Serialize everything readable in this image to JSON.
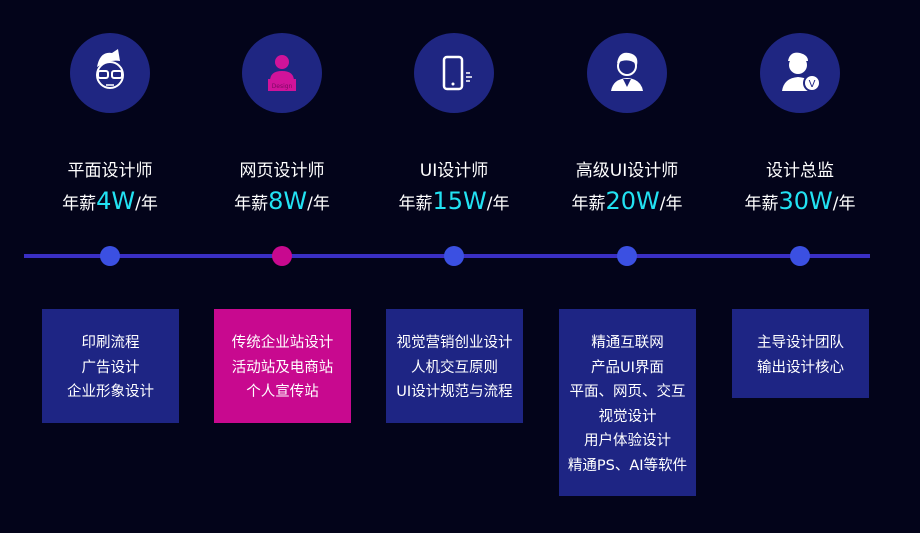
{
  "colors": {
    "accent": "#22e2f2",
    "highlight": "#c8098f",
    "box": "#1e2584",
    "background": "#03041a"
  },
  "salary_prefix": "年薪",
  "salary_suffix": "/年",
  "levels": [
    {
      "title": "平面设计师",
      "salary": "4W",
      "icon": "designer-glasses-face-icon",
      "skills": [
        "印刷流程",
        "广告设计",
        "企业形象设计"
      ]
    },
    {
      "title": "网页设计师",
      "salary": "8W",
      "icon": "presenter-podium-icon",
      "icon_text": "Design",
      "highlighted": true,
      "skills": [
        "传统企业站设计",
        "活动站及电商站",
        "个人宣传站"
      ]
    },
    {
      "title": "UI设计师",
      "salary": "15W",
      "icon": "mobile-phone-icon",
      "skills": [
        "视觉营销创业设计",
        "人机交互原则",
        "UI设计规范与流程"
      ]
    },
    {
      "title": "高级UI设计师",
      "salary": "20W",
      "icon": "senior-person-icon",
      "skills": [
        "精通互联网",
        "产品UI界面",
        "平面、网页、交互",
        "视觉设计",
        "用户体验设计",
        "精通PS、AI等软件"
      ]
    },
    {
      "title": "设计总监",
      "salary": "30W",
      "icon": "verified-director-icon",
      "skills": [
        "主导设计团队",
        "输出设计核心"
      ]
    }
  ]
}
